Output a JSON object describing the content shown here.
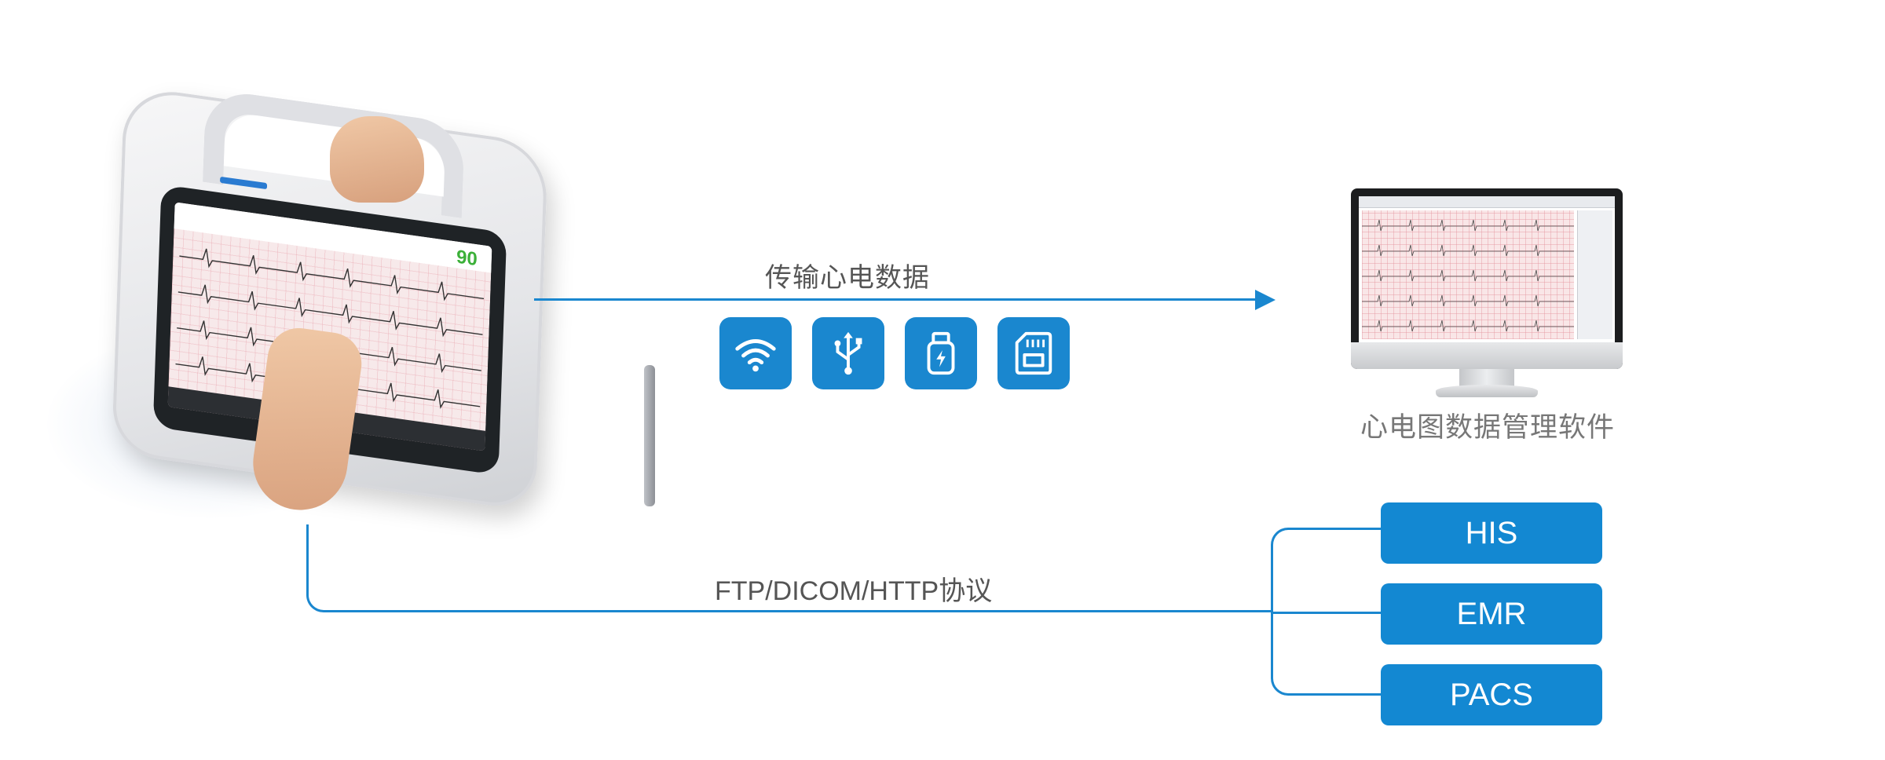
{
  "diagram": {
    "transfer_label": "传输心电数据",
    "protocol_label": "FTP/DICOM/HTTP协议",
    "software_label": "心电图数据管理软件",
    "device_heart_rate": "90",
    "transfer_icons": [
      {
        "icon": "wifi-icon"
      },
      {
        "icon": "usb-icon"
      },
      {
        "icon": "usb-drive-icon"
      },
      {
        "icon": "sd-card-icon"
      }
    ],
    "systems": [
      {
        "label": "HIS"
      },
      {
        "label": "EMR"
      },
      {
        "label": "PACS"
      }
    ],
    "colors": {
      "accent": "#1a87cf",
      "box": "#1388d2",
      "text": "#555555"
    }
  }
}
